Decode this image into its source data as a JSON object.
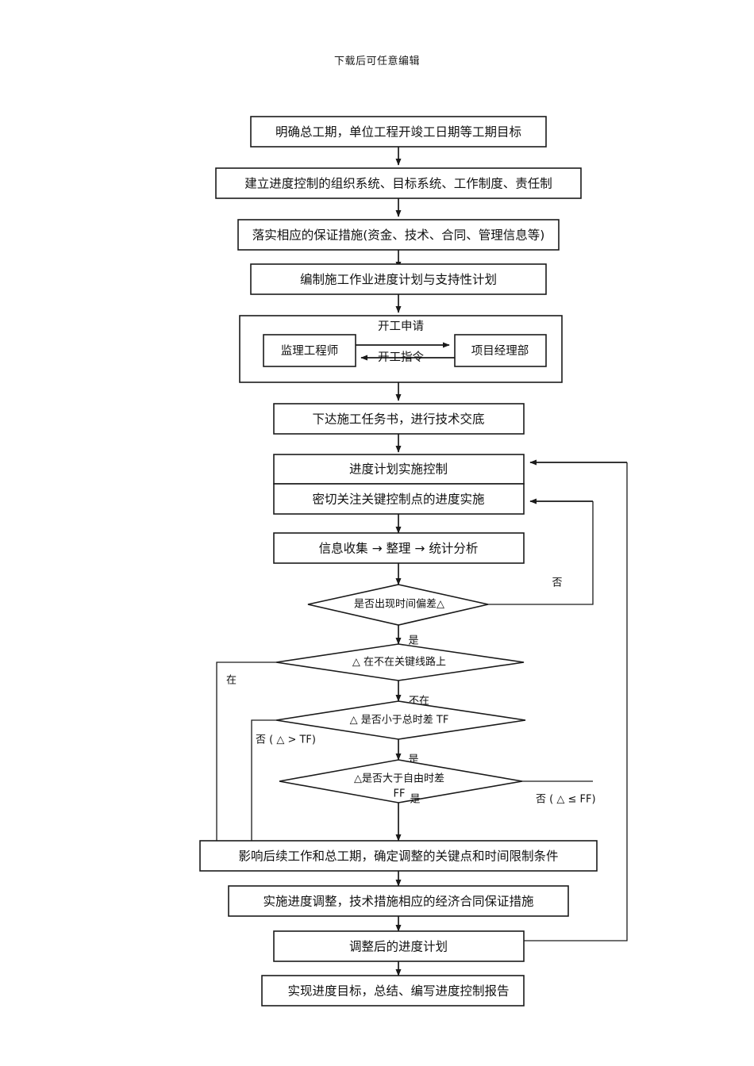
{
  "header": {
    "watermark": "下载后可任意编辑"
  },
  "chart_data": {
    "type": "diagram",
    "title": "施工进度控制流程图",
    "nodes": [
      {
        "id": "n1",
        "shape": "rect",
        "text": "明确总工期，单位工程开竣工日期等工期目标"
      },
      {
        "id": "n2",
        "shape": "rect",
        "text": "建立进度控制的组织系统、目标系统、工作制度、责任制"
      },
      {
        "id": "n3",
        "shape": "rect",
        "text": "落实相应的保证措施(资金、技术、合同、管理信息等)"
      },
      {
        "id": "n4",
        "shape": "rect",
        "text": "编制施工作业进度计划与支持性计划"
      },
      {
        "id": "n5",
        "shape": "group",
        "text": "开工申请"
      },
      {
        "id": "n5a",
        "shape": "rect",
        "text": "监理工程师"
      },
      {
        "id": "n5b",
        "shape": "rect",
        "text": "项目经理部"
      },
      {
        "id": "n5c",
        "shape": "label",
        "text": "开工指令"
      },
      {
        "id": "n6",
        "shape": "rect",
        "text": "下达施工任务书，进行技术交底"
      },
      {
        "id": "n7",
        "shape": "rect",
        "text": "进度计划实施控制"
      },
      {
        "id": "n8",
        "shape": "rect",
        "text": "密切关注关键控制点的进度实施"
      },
      {
        "id": "n9",
        "shape": "rect",
        "text": "信息收集 → 整理 →  统计分析"
      },
      {
        "id": "d1",
        "shape": "diamond",
        "text": "是否出现时间偏差△"
      },
      {
        "id": "d2",
        "shape": "diamond",
        "text": "△ 在不在关键线路上"
      },
      {
        "id": "d3",
        "shape": "diamond",
        "text": "△ 是否小于总时差 TF"
      },
      {
        "id": "d4",
        "shape": "diamond",
        "text": "△是否大于自由时差",
        "text2": "FF"
      },
      {
        "id": "n10",
        "shape": "rect",
        "text": "影响后续工作和总工期，确定调整的关键点和时间限制条件"
      },
      {
        "id": "n11",
        "shape": "rect",
        "text": "实施进度调整，技术措施相应的经济合同保证措施"
      },
      {
        "id": "n12",
        "shape": "rect",
        "text": "调整后的进度计划"
      },
      {
        "id": "n13",
        "shape": "rect",
        "text": "实现进度目标，总结、编写进度控制报告"
      }
    ],
    "edge_labels": [
      {
        "id": "e1",
        "text": "否",
        "from": "d1",
        "to": "n8"
      },
      {
        "id": "e2",
        "text": "是",
        "from": "d1",
        "to": "d2"
      },
      {
        "id": "e3",
        "text": "在",
        "from": "d2",
        "to": "n10"
      },
      {
        "id": "e4",
        "text": "不在",
        "from": "d2",
        "to": "d3"
      },
      {
        "id": "e5",
        "text": "否 ( △ > TF)",
        "from": "d3",
        "to": "n10"
      },
      {
        "id": "e6",
        "text": "是",
        "from": "d3",
        "to": "d4"
      },
      {
        "id": "e7",
        "text": "否 ( △ ≤ FF)",
        "from": "d4",
        "to": "n8"
      },
      {
        "id": "e8",
        "text": "是",
        "from": "d4",
        "to": "n10"
      }
    ],
    "colors": {
      "line": "#1a1a1a",
      "box_fill": "#ffffff",
      "text": "#111111",
      "background": "#ffffff"
    }
  }
}
